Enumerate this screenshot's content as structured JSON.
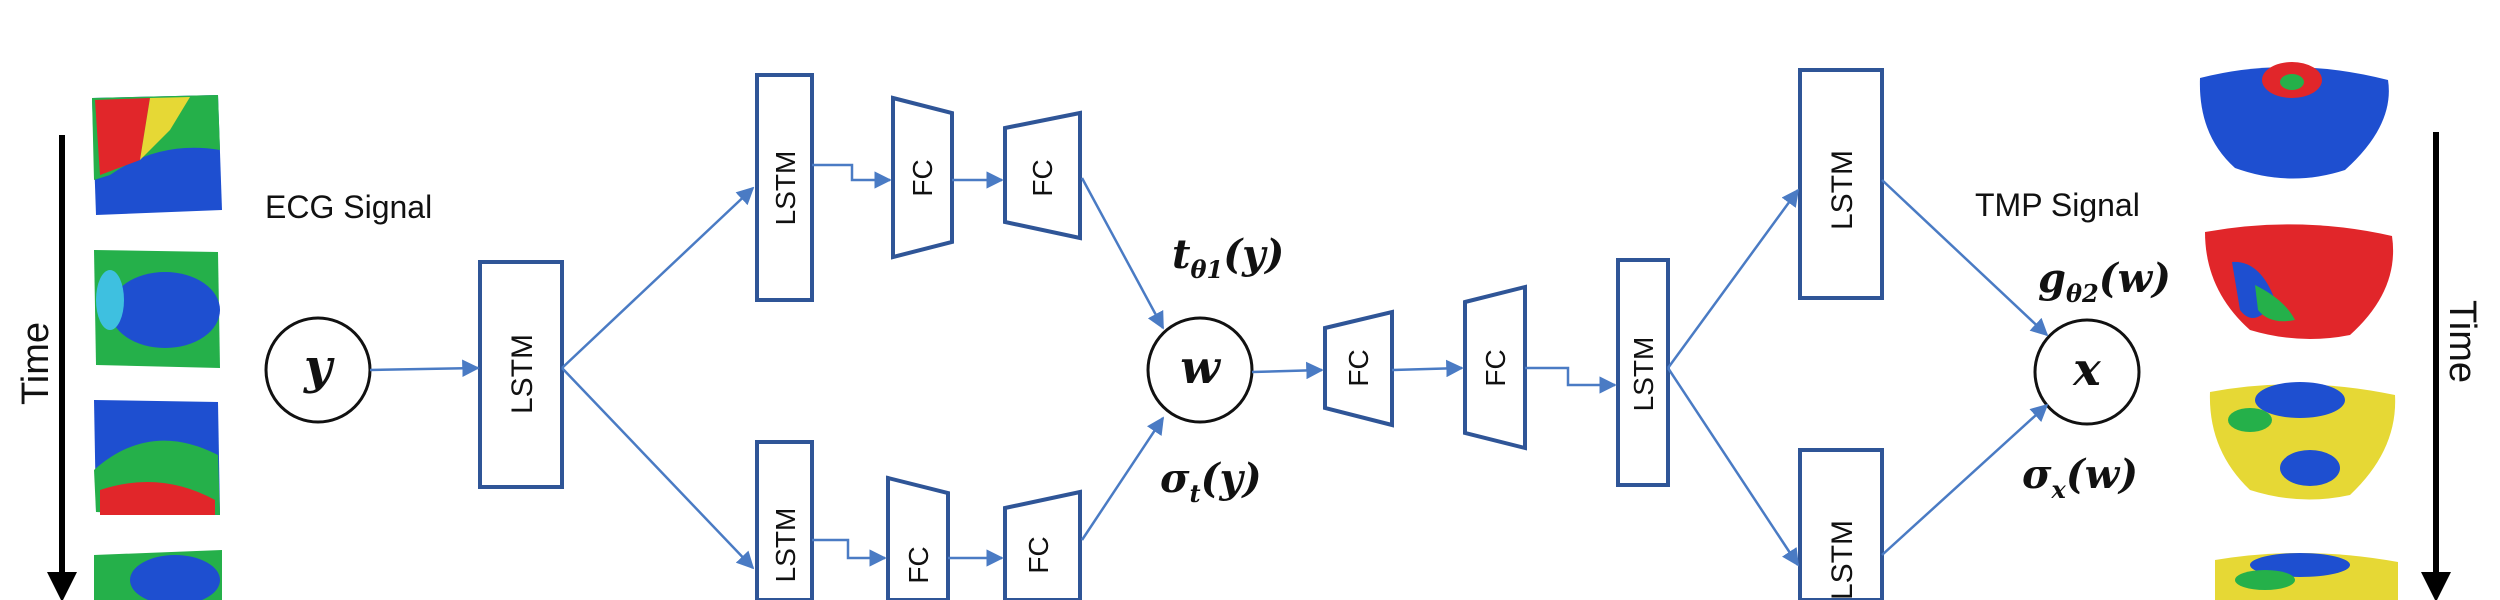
{
  "time_left_label": "Time",
  "time_right_label": "Time",
  "ecg_label": "ECG Signal",
  "tmp_label": "TMP Signal",
  "nodes": {
    "y": "y",
    "w": "w",
    "x": "x"
  },
  "blocks": {
    "lstm": "LSTM",
    "fc": "FC"
  },
  "math": {
    "t_theta1_y": "t",
    "t_theta1_y_sub": "θ1",
    "t_theta1_y_arg": "(y)",
    "sigma_t_y": "σ",
    "sigma_t_y_sub": "t",
    "sigma_t_y_arg": "(y)",
    "g_theta2_w": "g",
    "g_theta2_w_sub": "θ2",
    "g_theta2_w_arg": "(w)",
    "sigma_x_w": "σ",
    "sigma_x_w_sub": "x",
    "sigma_x_w_arg": "(w)"
  },
  "colors": {
    "box_stroke": "#2f5597",
    "arrow": "#4a7bc4",
    "text": "#111111",
    "blue": "#1e4fd0",
    "green": "#25b04a",
    "red": "#e1262a",
    "yellow": "#e6d835"
  }
}
